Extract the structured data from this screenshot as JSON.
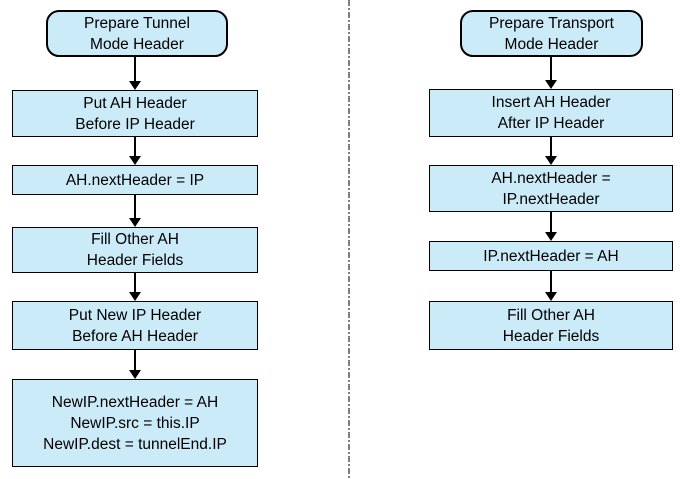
{
  "styles": {
    "page_bg": "#ffffff",
    "node_fill": "#ccebf8",
    "node_border": "#000000",
    "divider_color": "#808080"
  },
  "flows": [
    {
      "name": "tunnel-mode-flow",
      "nodes": [
        {
          "type": "rounded",
          "lines": [
            "Prepare Tunnel",
            "Mode Header"
          ]
        },
        {
          "type": "rect",
          "lines": [
            "Put AH Header",
            "Before IP Header"
          ]
        },
        {
          "type": "rect",
          "lines": [
            "AH.nextHeader = IP"
          ]
        },
        {
          "type": "rect",
          "lines": [
            "Fill Other AH",
            "Header Fields"
          ]
        },
        {
          "type": "rect",
          "lines": [
            "Put New IP Header",
            "Before AH Header"
          ]
        },
        {
          "type": "rect",
          "lines": [
            "NewIP.nextHeader = AH",
            "NewIP.src = this.IP",
            "NewIP.dest = tunnelEnd.IP"
          ]
        }
      ]
    },
    {
      "name": "transport-mode-flow",
      "nodes": [
        {
          "type": "rounded",
          "lines": [
            "Prepare Transport",
            "Mode Header"
          ]
        },
        {
          "type": "rect",
          "lines": [
            "Insert AH Header",
            "After IP Header"
          ]
        },
        {
          "type": "rect",
          "lines": [
            "AH.nextHeader =",
            "IP.nextHeader"
          ]
        },
        {
          "type": "rect",
          "lines": [
            "IP.nextHeader = AH"
          ]
        },
        {
          "type": "rect",
          "lines": [
            "Fill Other AH",
            "Header Fields"
          ]
        }
      ]
    }
  ]
}
